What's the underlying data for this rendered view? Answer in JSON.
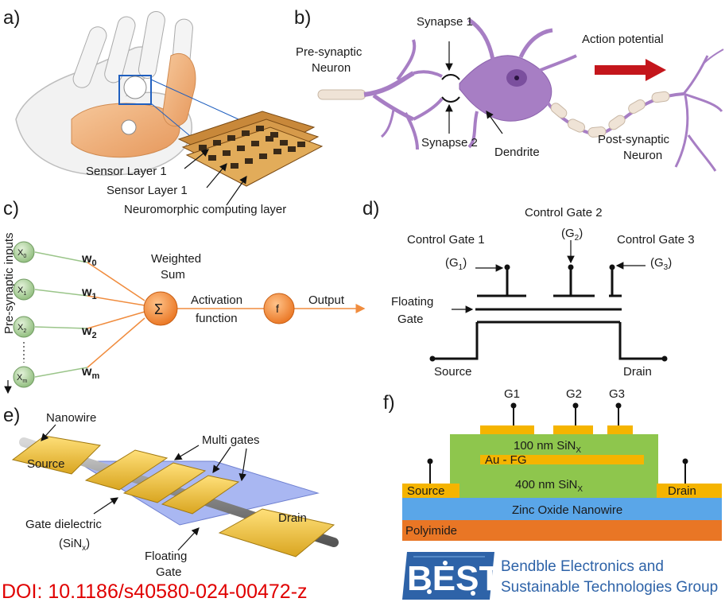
{
  "panels": {
    "a": {
      "letter": "a)",
      "labels": [
        "Sensor Layer 1",
        "Sensor Layer 1",
        "Neuromorphic computing layer"
      ]
    },
    "b": {
      "letter": "b)",
      "pre_line1": "Pre-synaptic",
      "pre_line2": "Neuron",
      "synapse1": "Synapse 1",
      "synapse2": "Synapse 2",
      "dendrite": "Dendrite",
      "action_potential": "Action potential",
      "post_line1": "Post-synaptic",
      "post_line2": "Neuron"
    },
    "c": {
      "letter": "c)",
      "side_label": "Pre-synaptic inputs",
      "inputs": [
        "X",
        "X",
        "X",
        "X"
      ],
      "input_subs": [
        "0",
        "1",
        "2",
        "m"
      ],
      "weights": [
        "w",
        "w",
        "w",
        "w"
      ],
      "weight_subs": [
        "0",
        "1",
        "2",
        "m"
      ],
      "sum_symbol": "Σ",
      "weighted_line1": "Weighted",
      "weighted_line2": "Sum",
      "activation_line1": "Activation",
      "activation_line2": "function",
      "f_symbol": "f",
      "output": "Output"
    },
    "d": {
      "letter": "d)",
      "cg1": "Control Gate 1",
      "cg1_sym": "(G",
      "cg1_sub": "1",
      "cg2": "Control Gate 2",
      "cg2_sym": "(G",
      "cg2_sub": "2",
      "cg3": "Control Gate 3",
      "cg3_sym": "(G",
      "cg3_sub": "3",
      "close_paren": ")",
      "floating_line1": "Floating",
      "floating_line2": "Gate",
      "source": "Source",
      "drain": "Drain"
    },
    "e": {
      "letter": "e)",
      "nanowire": "Nanowire",
      "multi_gates": "Multi gates",
      "source": "Source",
      "drain": "Drain",
      "gate_dielectric_line1": "Gate dielectric",
      "gate_dielectric_line2_prefix": "(SiN",
      "gate_dielectric_sub": "x",
      "floating_line1": "Floating",
      "floating_line2": "Gate"
    },
    "f": {
      "letter": "f)",
      "gates": [
        "G1",
        "G2",
        "G3"
      ],
      "sin_top_prefix": "100 nm SiN",
      "sin_bottom_prefix": "400 nm SiN",
      "sin_sub": "X",
      "au_fg": "Au - FG",
      "source": "Source",
      "drain": "Drain",
      "zno": "Zinc Oxide Nanowire",
      "polyimide": "Polyimide"
    }
  },
  "footer": {
    "doi": "DOI: 10.1186/s40580-024-00472-z",
    "logo_mark": "BEST",
    "group_line1": "Bendble Electronics and",
    "group_line2": "Sustainable Technologies Group"
  },
  "colors": {
    "neuron": "#a77ec4",
    "neuron_dark": "#7b4f9e",
    "myelin": "#efe3d6",
    "arrow_red": "#c4161c",
    "node_green": "#9bc58a",
    "node_orange": "#f08c3e",
    "layer_green": "#8ec64d",
    "layer_gold": "#f5b400",
    "layer_blue": "#5aa6e8",
    "layer_orange": "#e97625",
    "logo_blue": "#2e63a8",
    "doi_red": "#e00000"
  }
}
